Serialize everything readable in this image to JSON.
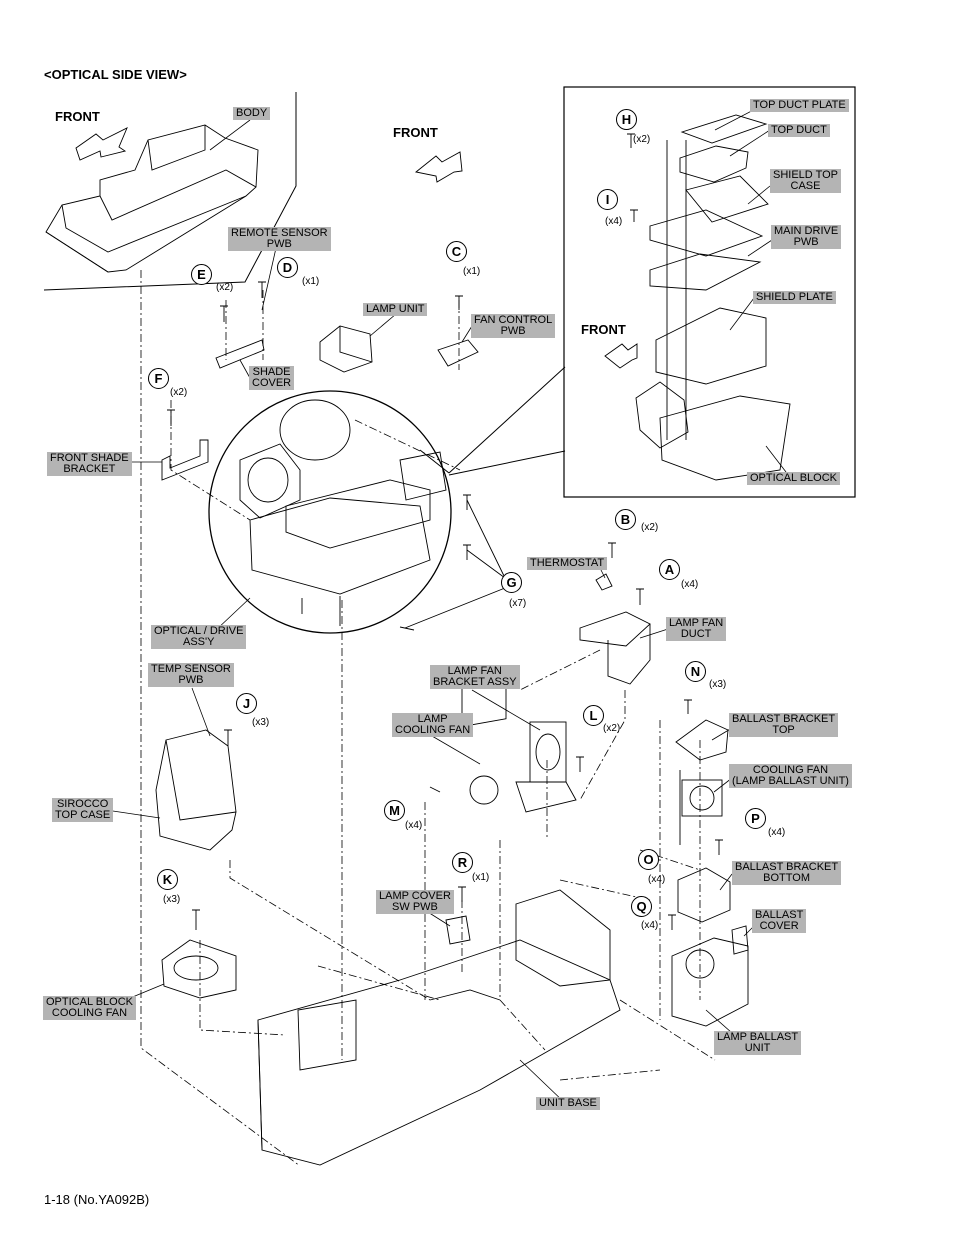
{
  "page": {
    "title": "<OPTICAL SIDE VIEW>",
    "footer": "1-18 (No.YA092B)"
  },
  "front_labels": [
    "FRONT",
    "FRONT",
    "FRONT"
  ],
  "labels": {
    "body": "BODY",
    "remote_sensor_pwb": [
      "REMOTE SENSOR",
      "PWB"
    ],
    "lamp_unit": "LAMP UNIT",
    "fan_control_pwb": [
      "FAN CONTROL",
      "PWB"
    ],
    "shade_cover": [
      "SHADE",
      "COVER"
    ],
    "front_shade_bracket": [
      "FRONT SHADE",
      "BRACKET"
    ],
    "optical_drive_assy": [
      "OPTICAL / DRIVE",
      "ASS'Y"
    ],
    "top_duct_plate": "TOP DUCT PLATE",
    "top_duct": "TOP DUCT",
    "shield_top_case": [
      "SHIELD TOP",
      "CASE"
    ],
    "main_drive_pwb": [
      "MAIN DRIVE",
      "PWB"
    ],
    "shield_plate": "SHIELD PLATE",
    "optical_block": "OPTICAL BLOCK",
    "thermostat": "THERMOSTAT",
    "lamp_fan_duct": [
      "LAMP FAN",
      "DUCT"
    ],
    "temp_sensor_pwb": [
      "TEMP SENSOR",
      "PWB"
    ],
    "lamp_fan_bracket_assy": [
      "LAMP FAN",
      "BRACKET ASSY"
    ],
    "lamp_cooling_fan": [
      "LAMP",
      "COOLING FAN"
    ],
    "ballast_bracket_top": [
      "BALLAST BRACKET",
      "TOP"
    ],
    "cooling_fan_lamp_ballast": [
      "COOLING FAN",
      "(LAMP BALLAST UNIT)"
    ],
    "sirocco_top_case": [
      "SIROCCO",
      "TOP CASE"
    ],
    "ballast_bracket_bottom": [
      "BALLAST BRACKET",
      "BOTTOM"
    ],
    "lamp_cover_sw_pwb": [
      "LAMP COVER",
      "SW PWB"
    ],
    "ballast_cover": [
      "BALLAST",
      "COVER"
    ],
    "optical_block_cooling_fan": [
      "OPTICAL BLOCK",
      "COOLING FAN"
    ],
    "lamp_ballast_unit": [
      "LAMP BALLAST",
      "UNIT"
    ],
    "unit_base": "UNIT BASE"
  },
  "screws": {
    "A": {
      "letter": "A",
      "qty": "(x4)"
    },
    "B": {
      "letter": "B",
      "qty": "(x2)"
    },
    "C": {
      "letter": "C",
      "qty": "(x1)"
    },
    "D": {
      "letter": "D",
      "qty": "(x1)"
    },
    "E": {
      "letter": "E",
      "qty": "(x2)"
    },
    "F": {
      "letter": "F",
      "qty": "(x2)"
    },
    "G": {
      "letter": "G",
      "qty": "(x7)"
    },
    "H": {
      "letter": "H",
      "qty": "(x2)"
    },
    "I": {
      "letter": "I",
      "qty": "(x4)"
    },
    "J": {
      "letter": "J",
      "qty": "(x3)"
    },
    "K": {
      "letter": "K",
      "qty": "(x3)"
    },
    "L": {
      "letter": "L",
      "qty": "(x2)"
    },
    "M": {
      "letter": "M",
      "qty": "(x4)"
    },
    "N": {
      "letter": "N",
      "qty": "(x3)"
    },
    "O": {
      "letter": "O",
      "qty": "(x4)"
    },
    "P": {
      "letter": "P",
      "qty": "(x4)"
    },
    "Q": {
      "letter": "Q",
      "qty": "(x4)"
    },
    "R": {
      "letter": "R",
      "qty": "(x1)"
    }
  },
  "colors": {
    "label_bg": "#b4b4b4",
    "line": "#000000"
  }
}
